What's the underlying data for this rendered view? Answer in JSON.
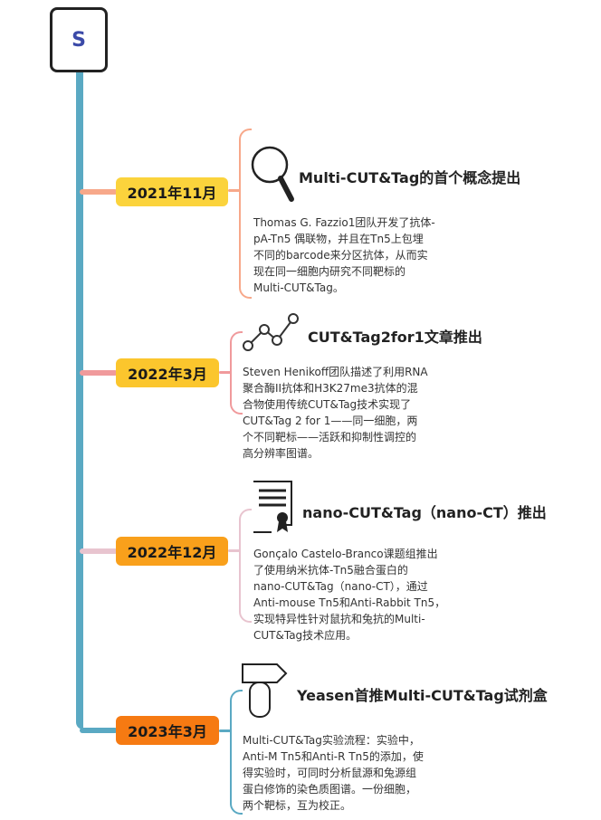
{
  "root": {
    "label": "S"
  },
  "colors": {
    "trunk": "#5aa9c3",
    "e1": "#f7a88a",
    "e1_pill": "#fbd33c",
    "e2": "#f09a9c",
    "e2_pill": "#fbc62d",
    "e3": "#e8c4cf",
    "e3_pill": "#f9a01b",
    "e4": "#5aa9c3",
    "e4_pill": "#f67a12"
  },
  "events": [
    {
      "date": "2021年11月",
      "icon": "magnifier-icon",
      "title": "Multi-CUT&Tag的首个概念提出",
      "desc": "Thomas G. Fazzio1团队开发了抗体-\npA-Tn5 偶联物，并且在Tn5上包埋\n不同的barcode来分区抗体，从而实\n现在同一细胞内研究不同靶标的\nMulti-CUT&Tag。"
    },
    {
      "date": "2022年3月",
      "icon": "line-chart-icon",
      "title": "CUT&Tag2for1文章推出",
      "desc": "Steven Henikoff团队描述了利用RNA\n聚合酶II抗体和H3K27me3抗体的混\n合物使用传统CUT&Tag技术实现了\nCUT&Tag 2 for 1——同一细胞，两\n个不同靶标——活跃和抑制性调控的\n高分辨率图谱。"
    },
    {
      "date": "2022年12月",
      "icon": "certificate-icon",
      "title": "nano-CUT&Tag（nano-CT）推出",
      "desc": "Gonçalo Castelo-Branco课题组推出\n了使用纳米抗体-Tn5融合蛋白的\nnano-CUT&Tag（nano-CT），通过\nAnti-mouse Tn5和Anti-Rabbit Tn5，\n实现特异性针对鼠抗和兔抗的Multi-\nCUT&Tag技术应用。"
    },
    {
      "date": "2023年3月",
      "icon": "signpost-icon",
      "title": "Yeasen首推Multi-CUT&Tag试剂盒",
      "desc": "Multi-CUT&Tag实验流程：实验中，\nAnti-M Tn5和Anti-R Tn5的添加，使\n得实验时，可同时分析鼠源和兔源组\n蛋白修饰的染色质图谱。一份细胞，\n两个靶标，互为校正。"
    }
  ]
}
